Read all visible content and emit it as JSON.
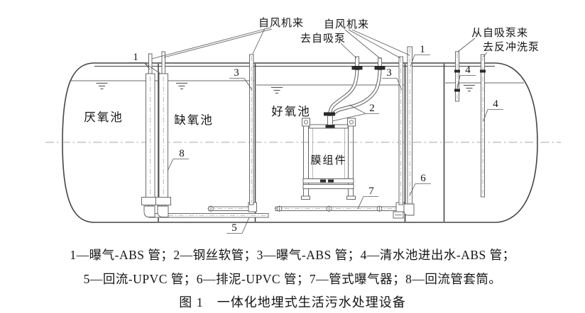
{
  "colors": {
    "line": "#4a4a4a",
    "text": "#151515",
    "background": "#ffffff"
  },
  "pools": {
    "anaerobic": "厌氧池",
    "anoxic": "缺氧池",
    "aerobic": "好氧池",
    "membrane_module": "膜组件"
  },
  "pipe_annotations": {
    "from_blower_left": "自风机来",
    "from_blower_right": "自风机来",
    "to_self_priming_pump": "去自吸泵",
    "from_self_priming_pump": "从自吸泵来",
    "to_backwash_pump": "去反冲洗泵"
  },
  "callouts": {
    "n1": "1",
    "n2": "2",
    "n3": "3",
    "n4": "4",
    "n5": "5",
    "n6": "6",
    "n7": "7",
    "n8": "8"
  },
  "caption": {
    "line1": "1—曝气-ABS 管；2—钢丝软管；3—曝气-ABS 管；4—清水池进出水-ABS 管；",
    "line2": "5—回流-UPVC 管；6—排泥-UPVC 管；7—管式曝气器；8—回流管套筒。",
    "figure_title": "图 1　一体化地埋式生活污水处理设备"
  }
}
